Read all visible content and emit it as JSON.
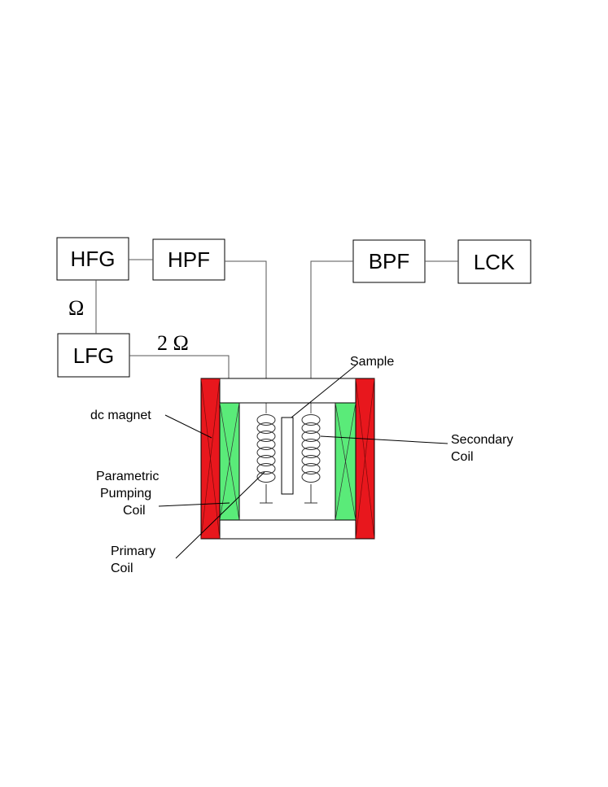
{
  "blocks": {
    "hfg": "HFG",
    "hpf": "HPF",
    "lfg": "LFG",
    "bpf": "BPF",
    "lck": "LCK"
  },
  "signals": {
    "omega": "Ω",
    "two_omega": "2 Ω"
  },
  "labels": {
    "sample": "Sample",
    "dc_magnet": "dc magnet",
    "secondary_coil": [
      "Secondary",
      "Coil"
    ],
    "parametric_pumping_coil": [
      "Parametric",
      "Pumping",
      "Coil"
    ],
    "primary_coil": [
      "Primary",
      "Coil"
    ]
  },
  "colors": {
    "dc_magnet": "#e8171d",
    "pumping_coil": "#5aeb79"
  }
}
